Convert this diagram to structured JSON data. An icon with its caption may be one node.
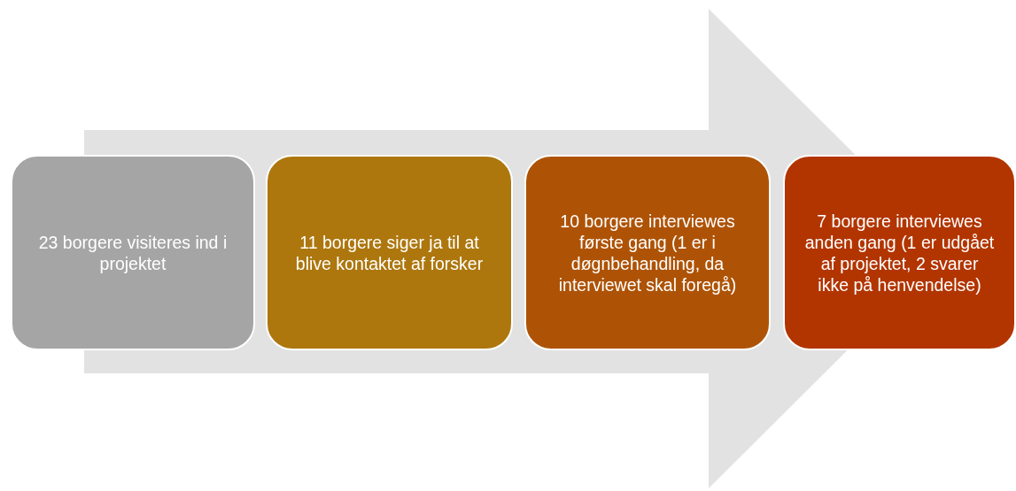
{
  "diagram": {
    "nodes": [
      {
        "text": [
          "23 borgere visiteres ind i projektet"
        ]
      },
      {
        "text": [
          "11 borgere siger ja til at blive kontaktet af forsker"
        ]
      },
      {
        "text": [
          "10 borgere interviewes første gang (1 er i døgnbehandling, da interviewet skal foregå)"
        ]
      },
      {
        "text": [
          "7 borgere interviewes anden gang (1 er udgået af projektet, 2 svarer ikke på henvendelse)"
        ]
      }
    ],
    "edges": [
      {
        "from": 0,
        "to": 3,
        "arrow": "to"
      }
    ]
  }
}
